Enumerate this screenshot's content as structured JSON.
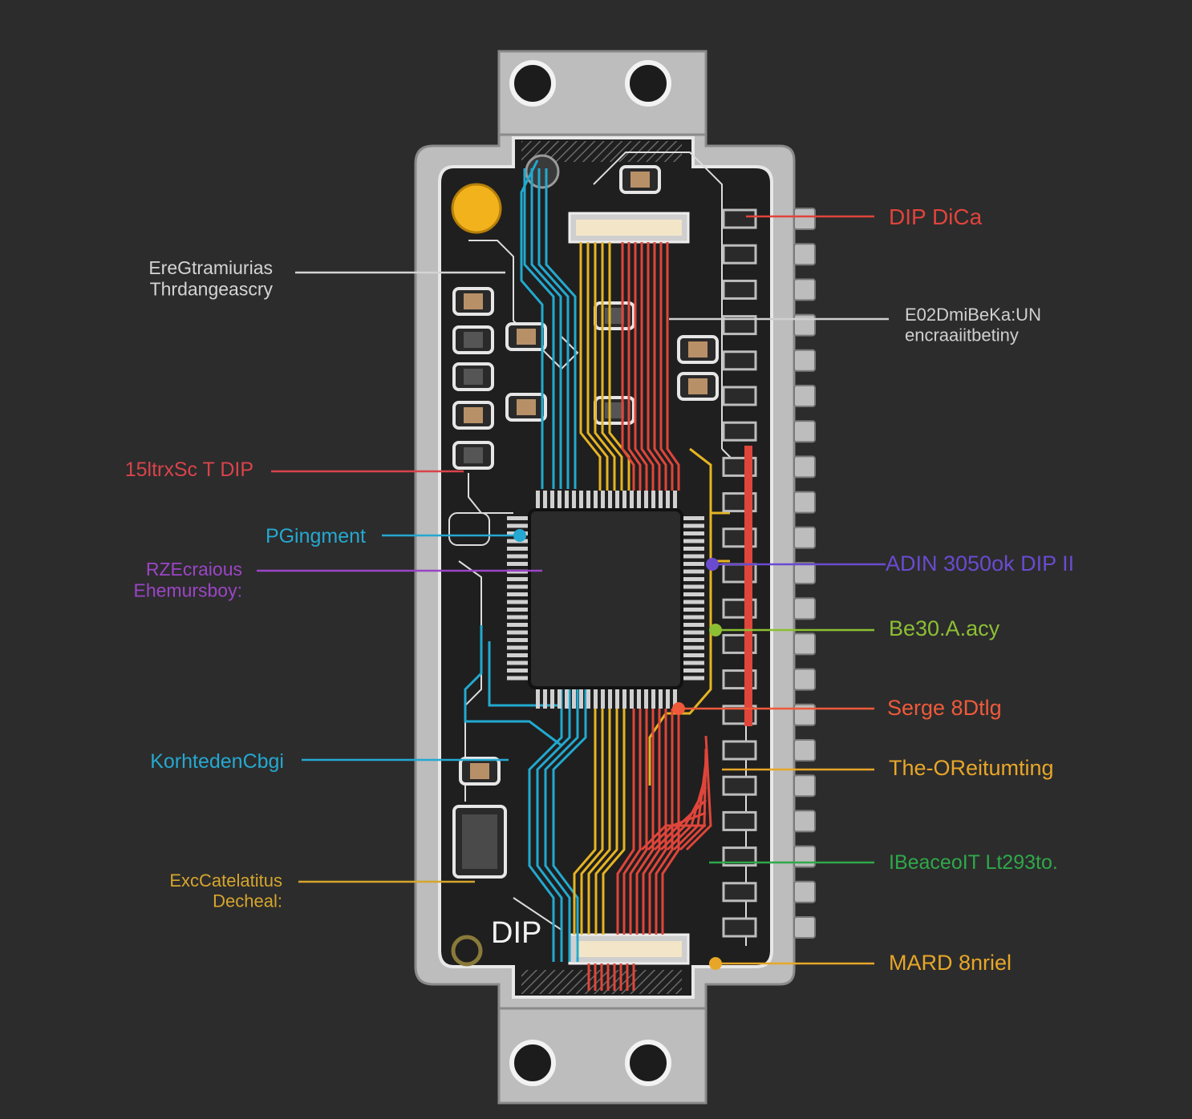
{
  "board_label": "DIP",
  "colors": {
    "background": "#2c2c2c",
    "frame": "#bdbdbd",
    "pcb": "#1f1f1f",
    "pad": "#b89068",
    "yellow_pad": "#f2b21c",
    "cyan": "#22a9cf",
    "yellow": "#e6b422",
    "red": "#e0453a"
  },
  "callouts_left": [
    {
      "id": "left-1",
      "lines": [
        "EreGtramiurias",
        "Thrdangeascry"
      ],
      "color": "#d4d4d4",
      "size": 23
    },
    {
      "id": "left-2",
      "lines": [
        "15ltrxSc T DIP"
      ],
      "color": "#d9434b",
      "size": 25
    },
    {
      "id": "left-3",
      "lines": [
        "PGingment"
      ],
      "color": "#25a8d1",
      "size": 25
    },
    {
      "id": "left-4",
      "lines": [
        "RZEcraious",
        "Ehemursboy:"
      ],
      "color": "#9b45c6",
      "size": 23
    },
    {
      "id": "left-5",
      "lines": [
        "KorhtedenCbgi"
      ],
      "color": "#25a8d1",
      "size": 25
    },
    {
      "id": "left-6",
      "lines": [
        "ExcCatelatitus",
        "Decheal:"
      ],
      "color": "#d6a52c",
      "size": 22
    }
  ],
  "callouts_right": [
    {
      "id": "right-1",
      "lines": [
        "DIP DiCa"
      ],
      "color": "#e0443c",
      "size": 28
    },
    {
      "id": "right-2",
      "lines": [
        "E02DmiBeKa:UN",
        "encraaiitbetiny"
      ],
      "color": "#cfcfcf",
      "size": 22
    },
    {
      "id": "right-3",
      "lines": [
        "ADIN 3050ok DIP II"
      ],
      "color": "#6a4bd0",
      "size": 27
    },
    {
      "id": "right-4",
      "lines": [
        "Be30.A.acy"
      ],
      "color": "#8cbf34",
      "size": 27
    },
    {
      "id": "right-5",
      "lines": [
        "Serge 8Dtlg"
      ],
      "color": "#ef5a3a",
      "size": 27
    },
    {
      "id": "right-6",
      "lines": [
        "The-OReitumting"
      ],
      "color": "#e8a628",
      "size": 27
    },
    {
      "id": "right-7",
      "lines": [
        "IBeaceoIT Lt293to."
      ],
      "color": "#2fa84a",
      "size": 25
    },
    {
      "id": "right-8",
      "lines": [
        "MARD 8nriel"
      ],
      "color": "#e8a628",
      "size": 27
    }
  ]
}
